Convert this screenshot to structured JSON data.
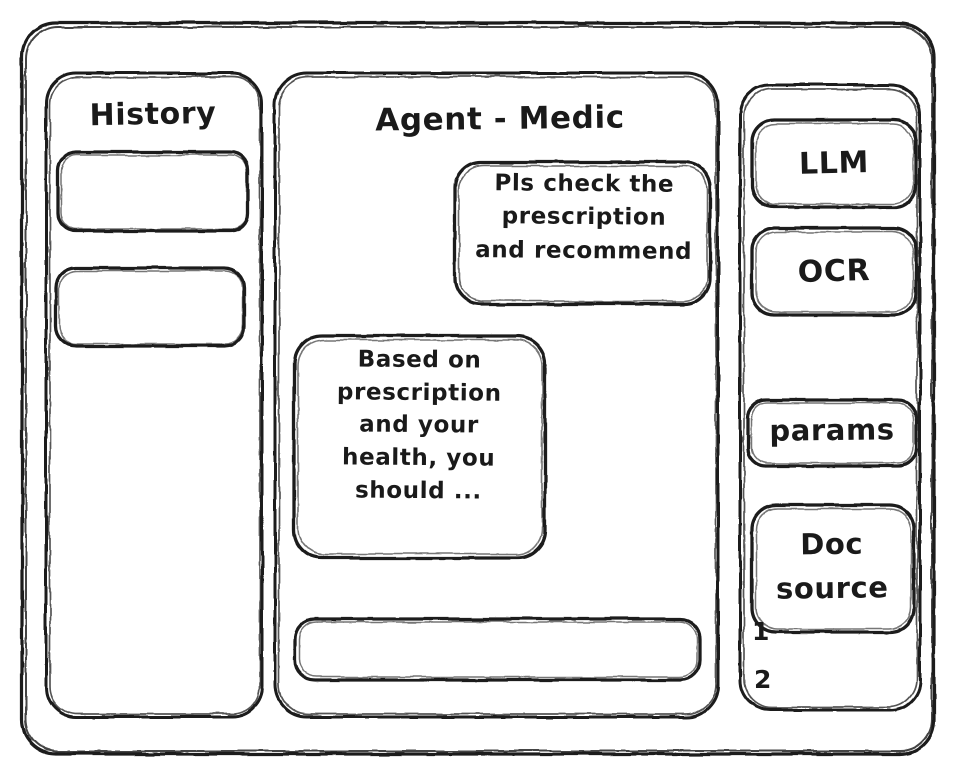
{
  "window": {
    "style": "hand-drawn-wireframe",
    "stroke_color": "#1a1a1a",
    "background_color": "#ffffff"
  },
  "sidebar_left": {
    "title": "History",
    "items": [
      {
        "label": ""
      },
      {
        "label": ""
      }
    ]
  },
  "main": {
    "title": "Agent - Medic",
    "messages": [
      {
        "role": "user",
        "text": "Pls check the\nprescription\nand recommend"
      },
      {
        "role": "assistant",
        "text": "Based on\nprescription\nand your\nhealth, you\nshould ..."
      }
    ],
    "composer": {
      "value": "",
      "placeholder": ""
    }
  },
  "sidebar_right": {
    "tools": [
      {
        "label": "LLM"
      },
      {
        "label": "OCR"
      }
    ],
    "settings": [
      {
        "label": "params"
      }
    ],
    "doc_source": {
      "label": "Doc\nsource",
      "items": [
        {
          "label": "1"
        },
        {
          "label": "2"
        }
      ]
    }
  }
}
